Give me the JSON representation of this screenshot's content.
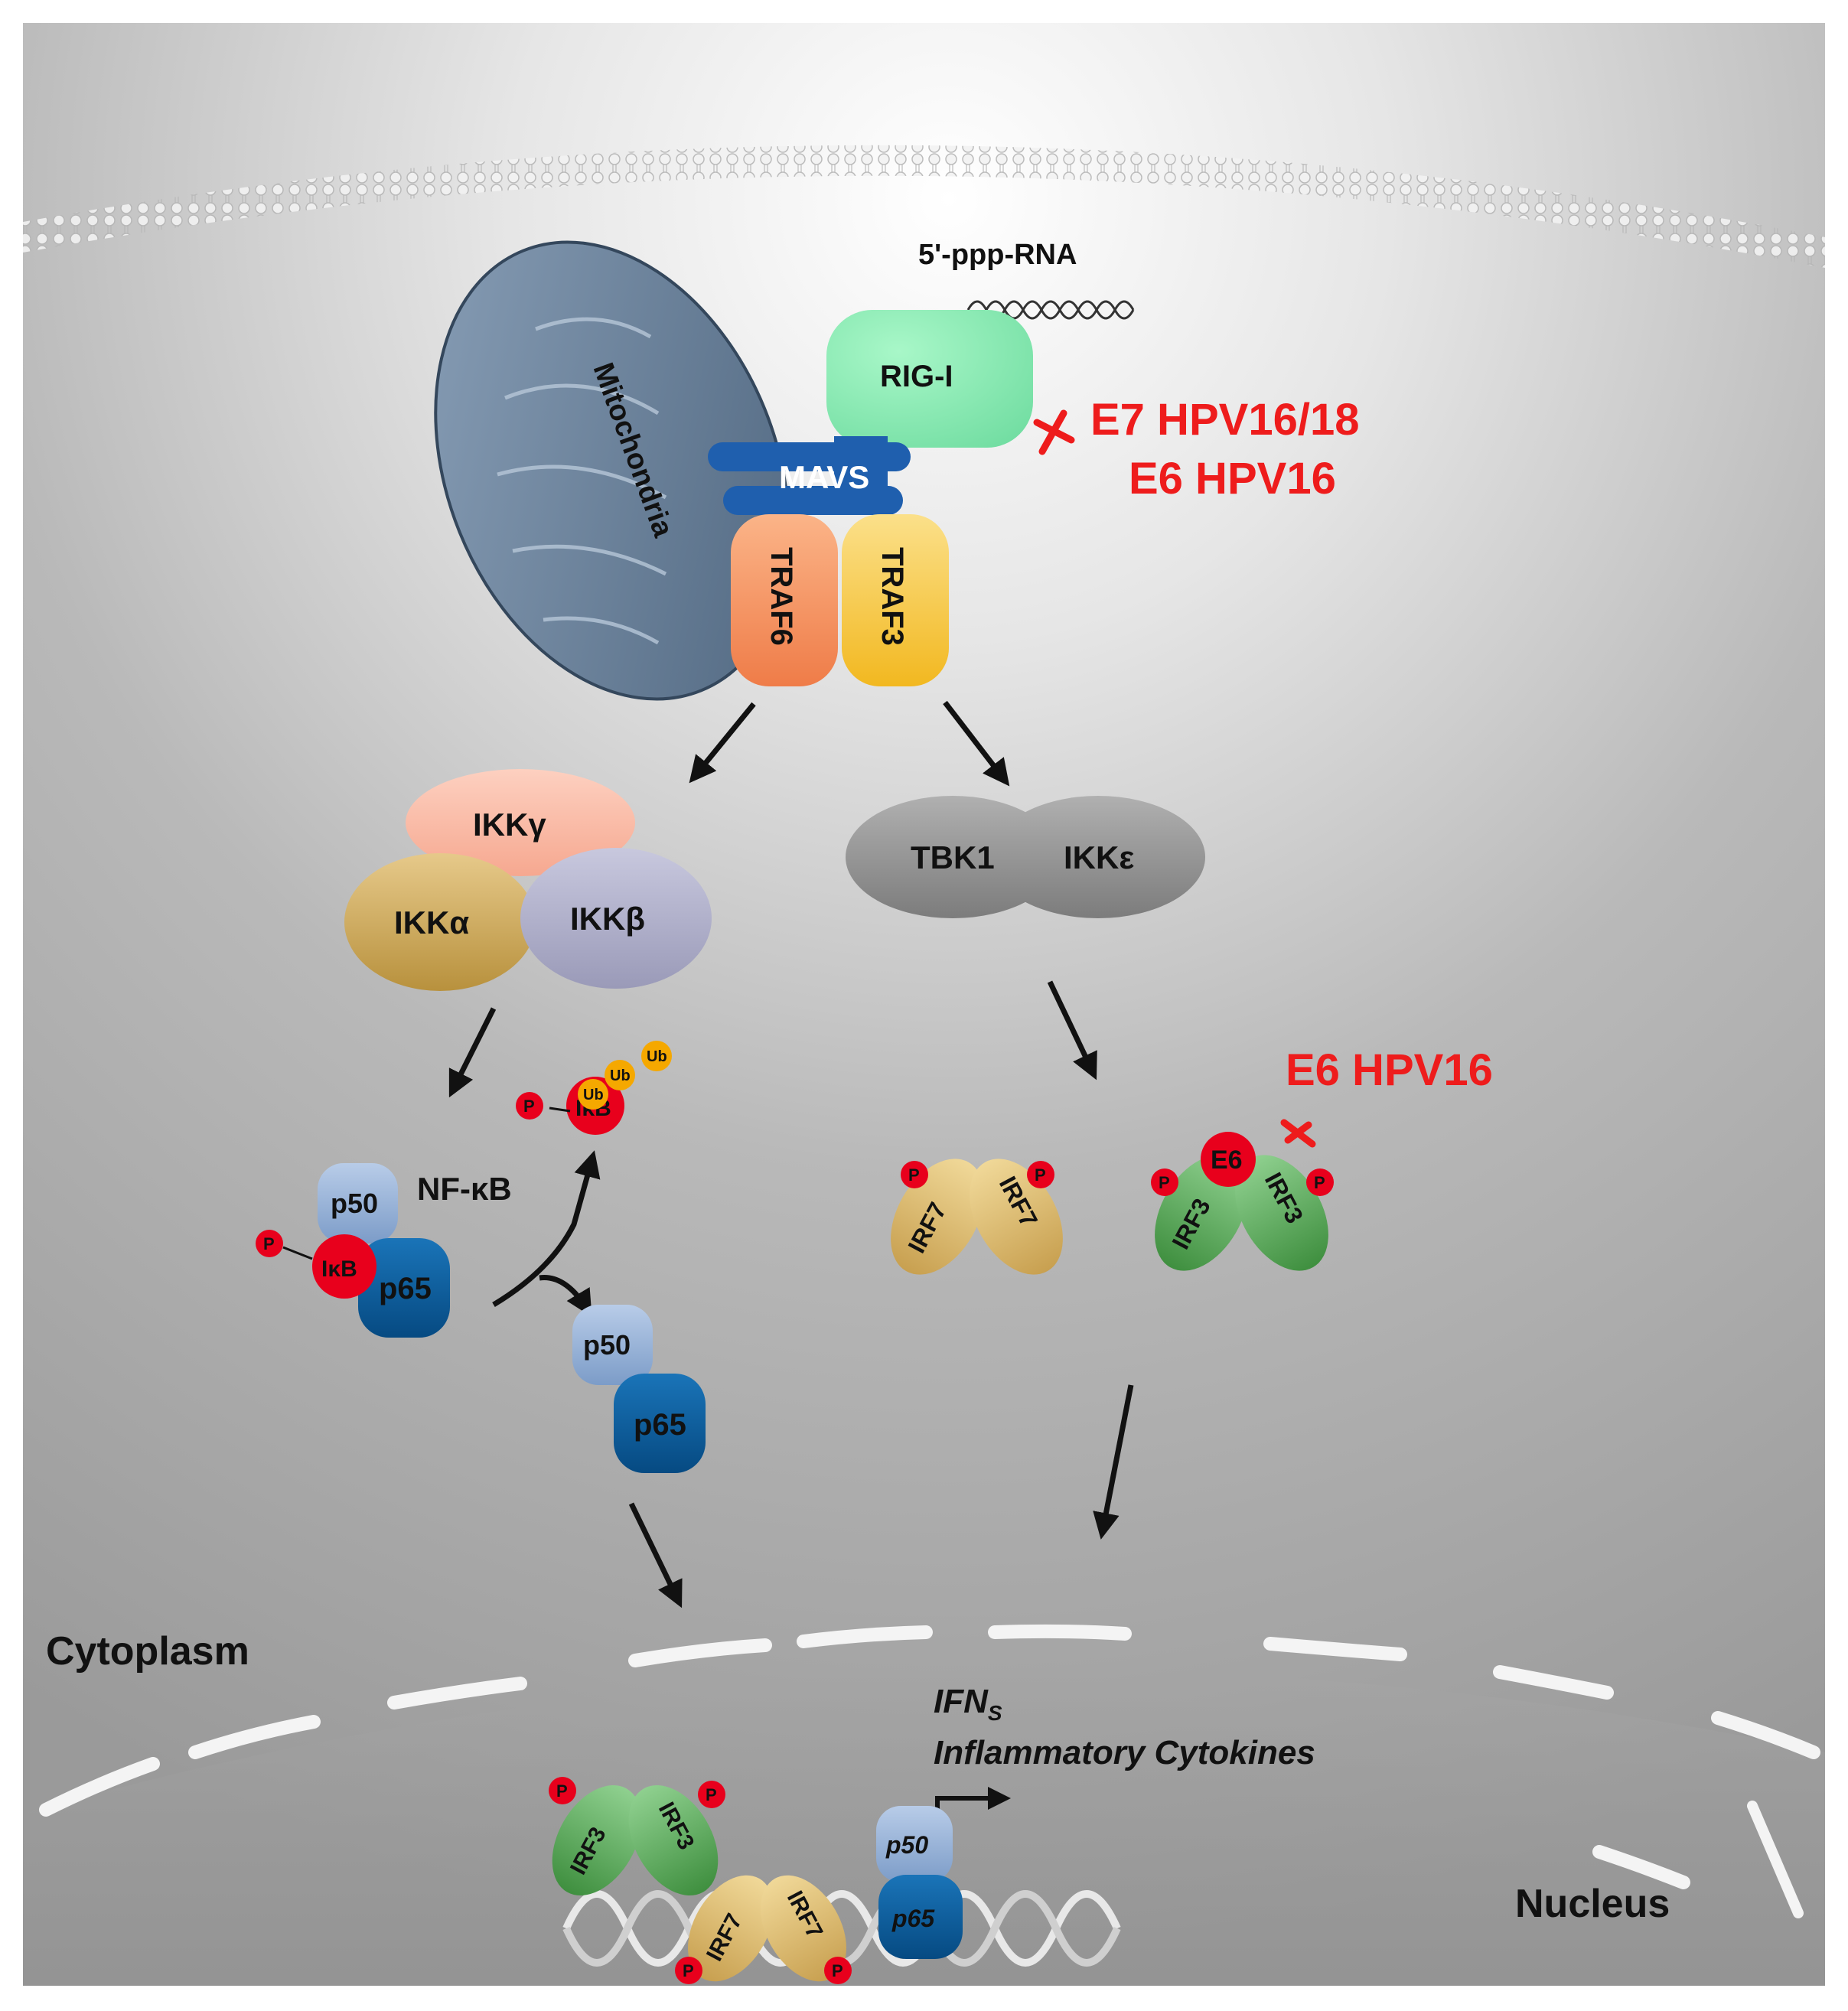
{
  "labels": {
    "rna": "5'-ppp-RNA",
    "rig_i": "RIG-I",
    "mitochondria": "Mitochondria",
    "mavs": "MAVS",
    "traf6": "TRAF6",
    "traf3": "TRAF3",
    "ikk_gamma": "IKKγ",
    "ikk_alpha": "IKKα",
    "ikk_beta": "IKKβ",
    "tbk1": "TBK1",
    "ikk_epsilon": "IKKε",
    "nfkb": "NF-κB",
    "ikb": "IκB",
    "p50": "p50",
    "p65": "p65",
    "ub": "Ub",
    "phospho": "P",
    "irf7": "IRF7",
    "irf3": "IRF3",
    "e6_protein": "E6",
    "cytoplasm": "Cytoplasm",
    "nucleus": "Nucleus",
    "ifns_main": "IFN",
    "ifns_sub": "S",
    "inflammatory": "Inflammatory Cytokines"
  },
  "inhibitors": {
    "rig_line1": "E7 HPV16/18",
    "rig_line2": "E6 HPV16",
    "irf3_label": "E6 HPV16"
  },
  "colors": {
    "inhibitor_red": "#ee1c1c",
    "phospho_red": "#e8001c",
    "rig_i_green": "#8ff0b8",
    "mavs_blue": "#1f5fae",
    "traf6_orange": "#f79a6a",
    "traf3_yellow": "#f7cd4a",
    "irf3_green": "#5fa85f",
    "irf7_tan": "#e2c070",
    "p65_blue": "#0a5a9a",
    "p50_blue": "#8fb0d8"
  }
}
